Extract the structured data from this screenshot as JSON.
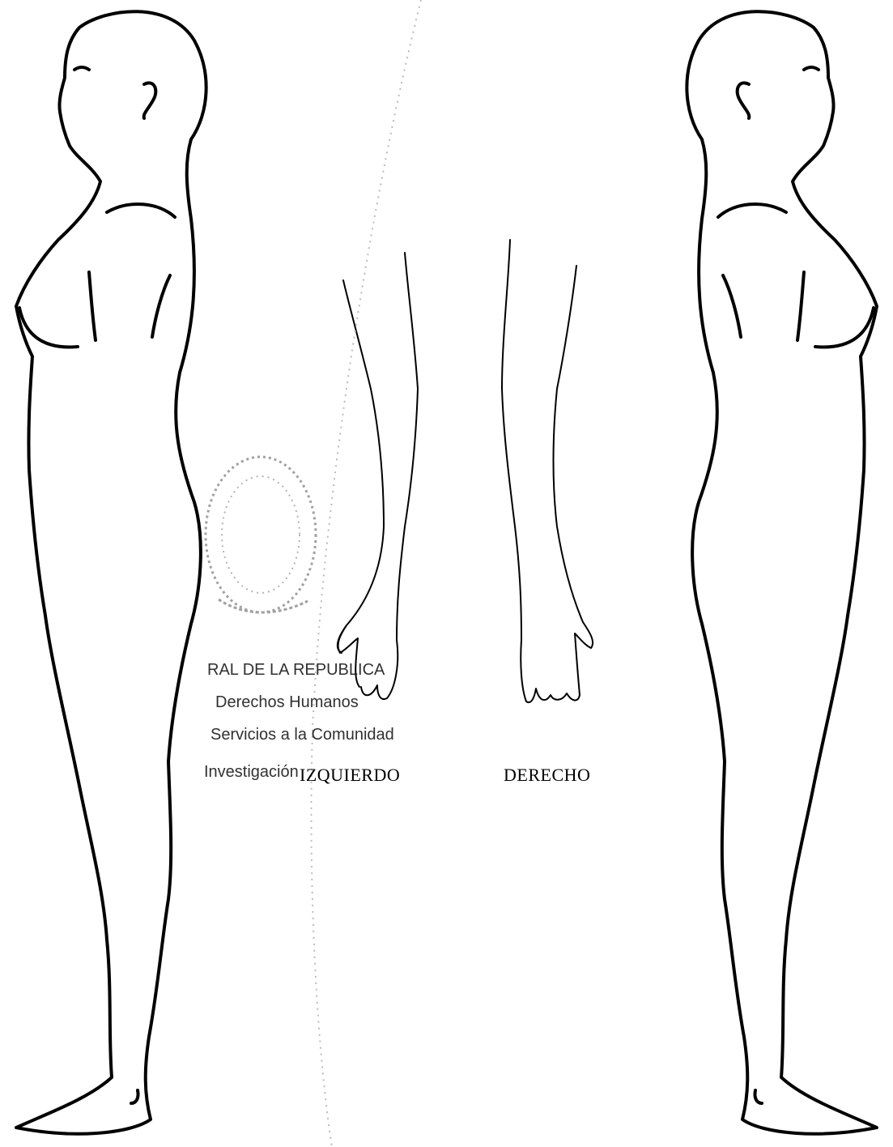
{
  "labels": {
    "left_arm": "IZQUIERDO",
    "right_arm": "DERECHO"
  },
  "stamp": {
    "line1": "RAL DE LA REPUBLICA",
    "line2": "Derechos Humanos",
    "line3": "Servicios a la Comunidad",
    "line4": "Investigación"
  },
  "colors": {
    "ink": "#000000",
    "stamp_ink": "#1a1a1a",
    "background": "#ffffff"
  }
}
